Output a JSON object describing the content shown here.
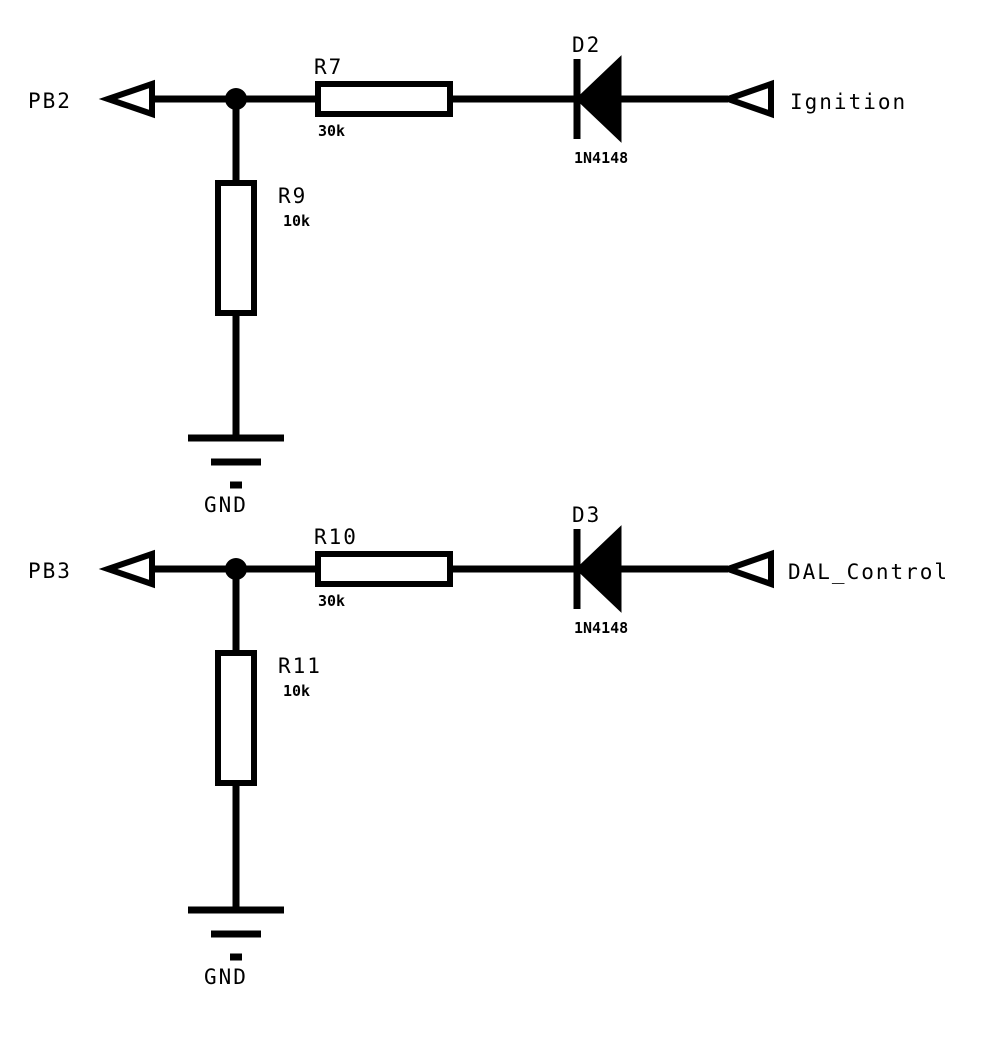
{
  "circuits": [
    {
      "input_net": "PB2",
      "source_net": "Ignition",
      "series_resistor": {
        "ref": "R7",
        "value": "30k"
      },
      "diode": {
        "ref": "D2",
        "part": "1N4148"
      },
      "shunt_resistor": {
        "ref": "R9",
        "value": "10k"
      },
      "ground": "GND"
    },
    {
      "input_net": "PB3",
      "source_net": "DAL_Control",
      "series_resistor": {
        "ref": "R10",
        "value": "30k"
      },
      "diode": {
        "ref": "D3",
        "part": "1N4148"
      },
      "shunt_resistor": {
        "ref": "R11",
        "value": "10k"
      },
      "ground": "GND"
    }
  ]
}
